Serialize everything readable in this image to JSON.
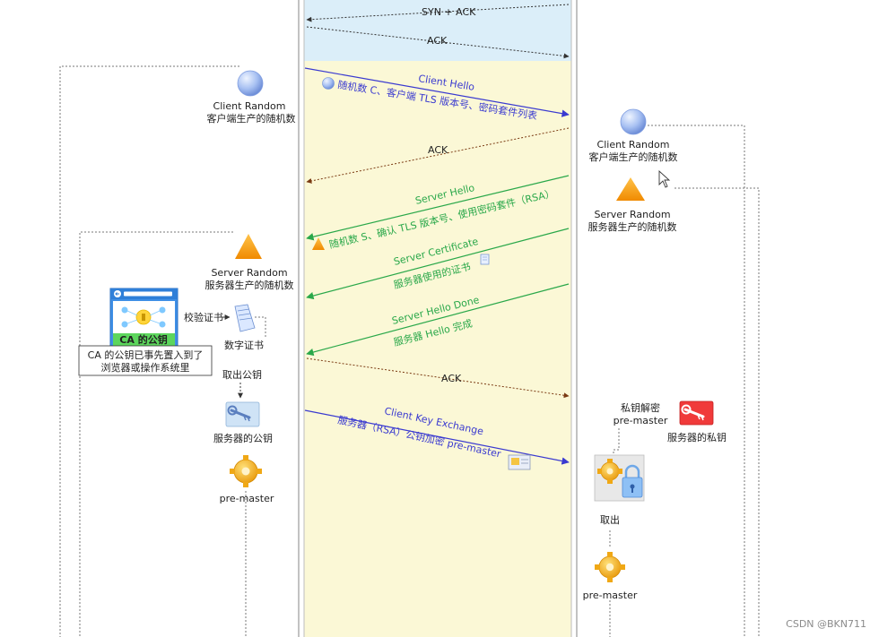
{
  "messages": {
    "syn_ack": "SYN + ACK",
    "ack_top": "ACK",
    "client_hello_title": "Client Hello",
    "client_hello_detail": "随机数 C、客户端 TLS 版本号、密码套件列表",
    "ack_2": "ACK",
    "server_hello_title": "Server Hello",
    "server_hello_detail": "随机数 S、确认 TLS 版本号、使用密码套件（RSA）",
    "server_cert_title": "Server Certificate",
    "server_cert_detail": "服务器使用的证书",
    "server_done_title": "Server Hello Done",
    "server_done_detail": "服务器 Hello 完成",
    "ack_3": "ACK",
    "client_key_title": "Client Key Exchange",
    "client_key_detail": "服务器（RSA）公钥加密 pre-master"
  },
  "client": {
    "client_random_title": "Client Random",
    "client_random_desc": "客户端生产的随机数",
    "server_random_title": "Server Random",
    "server_random_desc": "服务器生产的随机数",
    "ca_title": "CA 的公钥",
    "ca_note_line1": "CA 的公钥已事先置入到了",
    "ca_note_line2": "浏览器或操作系统里",
    "verify_cert": "校验证书",
    "digital_cert": "数字证书",
    "extract_key": "取出公钥",
    "server_pubkey": "服务器的公钥",
    "pre_master": "pre-master"
  },
  "server": {
    "client_random_title": "Client Random",
    "client_random_desc": "客户端生产的随机数",
    "server_random_title": "Server Random",
    "server_random_desc": "服务器生产的随机数",
    "decrypt_line1": "私钥解密",
    "decrypt_line2": "pre-master",
    "private_key": "服务器的私钥",
    "extract": "取出",
    "pre_master": "pre-master"
  },
  "watermark": "CSDN @BKN711"
}
